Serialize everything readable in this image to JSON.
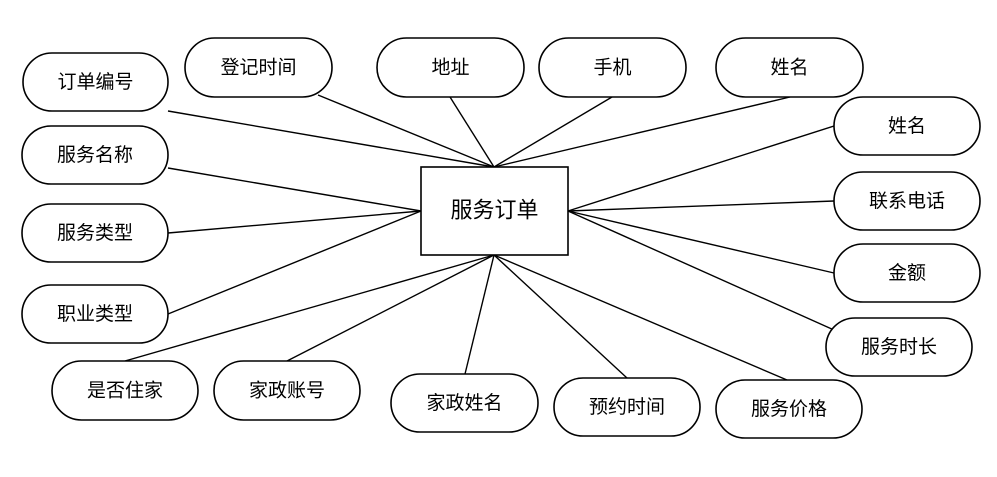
{
  "entity": {
    "label": "服务订单"
  },
  "attributes": [
    {
      "id": "order-number",
      "label": "订单编号"
    },
    {
      "id": "register-time",
      "label": "登记时间"
    },
    {
      "id": "address",
      "label": "地址"
    },
    {
      "id": "mobile",
      "label": "手机"
    },
    {
      "id": "name-top",
      "label": "姓名"
    },
    {
      "id": "name-right",
      "label": "姓名"
    },
    {
      "id": "contact-phone",
      "label": "联系电话"
    },
    {
      "id": "amount",
      "label": "金额"
    },
    {
      "id": "service-duration",
      "label": "服务时长"
    },
    {
      "id": "service-price",
      "label": "服务价格"
    },
    {
      "id": "appointment-time",
      "label": "预约时间"
    },
    {
      "id": "housekeeper-name",
      "label": "家政姓名"
    },
    {
      "id": "housekeeper-account",
      "label": "家政账号"
    },
    {
      "id": "live-in",
      "label": "是否住家"
    },
    {
      "id": "occupation-type",
      "label": "职业类型"
    },
    {
      "id": "service-type",
      "label": "服务类型"
    },
    {
      "id": "service-name",
      "label": "服务名称"
    }
  ]
}
